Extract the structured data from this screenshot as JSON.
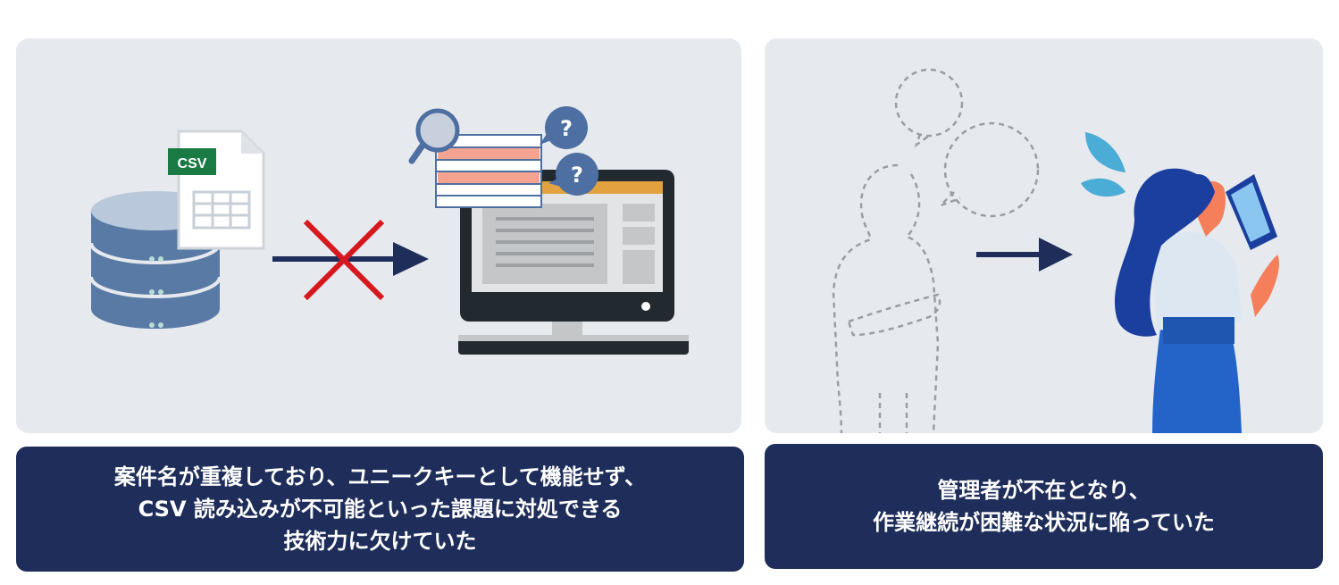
{
  "left": {
    "csv_label": "CSV",
    "caption_lines": [
      "案件名が重複しており、ユニークキーとして機能せず、",
      "CSV 読み込みが不可能といった課題に対処できる",
      "技術力に欠けていた"
    ]
  },
  "right": {
    "caption_lines": [
      "管理者が不在となり、",
      "作業継続が困難な状況に陥っていた"
    ]
  },
  "colors": {
    "panel": "#e6e9ee",
    "caption": "#1e2d5a",
    "arrow": "#1e2d5a",
    "cross": "#d7191f",
    "csv": "#1a7a44"
  }
}
